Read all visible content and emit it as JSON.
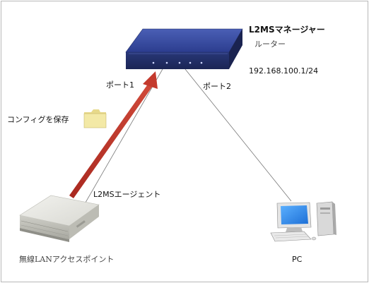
{
  "router": {
    "title": "L2MSマネージャー",
    "subtitle": "ルーター",
    "ip": "192.168.100.1/24"
  },
  "ports": {
    "port1": "ポート1",
    "port2": "ポート2"
  },
  "save_config_label": "コンフィグを保存",
  "agent_label": "L2MSエージェント",
  "ap_label": "無線LANアクセスポイント",
  "pc_label": "PC",
  "icons": [
    "router-icon",
    "folder-icon",
    "access-point-icon",
    "pc-icon"
  ],
  "colors": {
    "router_body": "#2d3f8c",
    "arrow": "#c0392b",
    "folder": "#f3e9a6",
    "frame_border": "#b9b9b9"
  }
}
